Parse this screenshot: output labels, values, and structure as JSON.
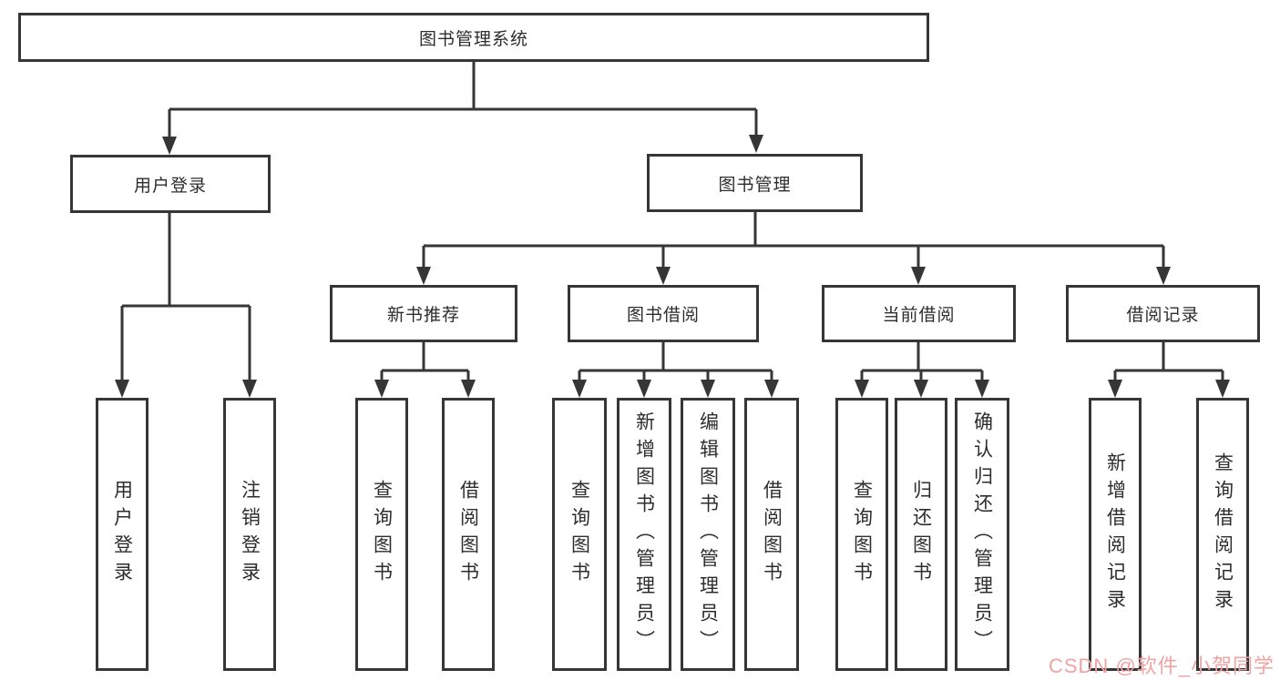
{
  "root": {
    "label": "图书管理系统"
  },
  "branches": [
    {
      "label": "用户登录",
      "children": [
        {
          "label": "用户登录"
        },
        {
          "label": "注销登录"
        }
      ]
    },
    {
      "label": "图书管理",
      "groups": [
        {
          "label": "新书推荐",
          "children": [
            {
              "label": "查询图书"
            },
            {
              "label": "借阅图书"
            }
          ]
        },
        {
          "label": "图书借阅",
          "children": [
            {
              "label": "查询图书"
            },
            {
              "label": "新增图书（管理员）"
            },
            {
              "label": "编辑图书（管理员）"
            },
            {
              "label": "借阅图书"
            }
          ]
        },
        {
          "label": "当前借阅",
          "children": [
            {
              "label": "查询图书"
            },
            {
              "label": "归还图书"
            },
            {
              "label": "确认归还（管理员）"
            }
          ]
        },
        {
          "label": "借阅记录",
          "children": [
            {
              "label": "新增借阅记录"
            },
            {
              "label": "查询借阅记录"
            }
          ]
        }
      ]
    }
  ],
  "watermark": {
    "text": "CSDN @软件_小贺同学",
    "color": "#f1a3a3"
  },
  "colors": {
    "line": "#363636",
    "text": "#2d2d2d",
    "background": "#ffffff"
  }
}
